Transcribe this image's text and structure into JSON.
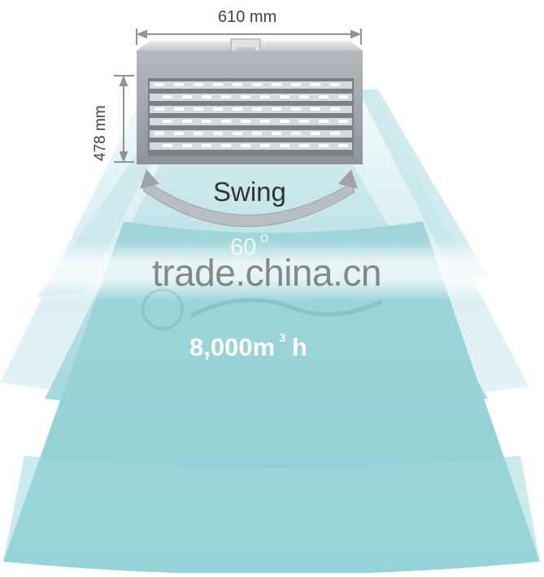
{
  "dimensions": {
    "width_label": "610 mm",
    "height_label": "478 mm"
  },
  "swing": {
    "label": "Swing",
    "angle_value": "60",
    "angle_unit": "o"
  },
  "airflow": {
    "value": "8,000m",
    "unit_superscript": "3",
    "unit_tail": "h"
  },
  "watermark": {
    "text": "trade.china.cn"
  },
  "colors": {
    "air_light": "#dff1f4",
    "air_mid": "#a9d7dc",
    "air_dark": "#8ccfd3",
    "heater_body": "#9ea3a9",
    "swing_arc": "#b9bec4",
    "dimension_line": "#8f9499"
  }
}
